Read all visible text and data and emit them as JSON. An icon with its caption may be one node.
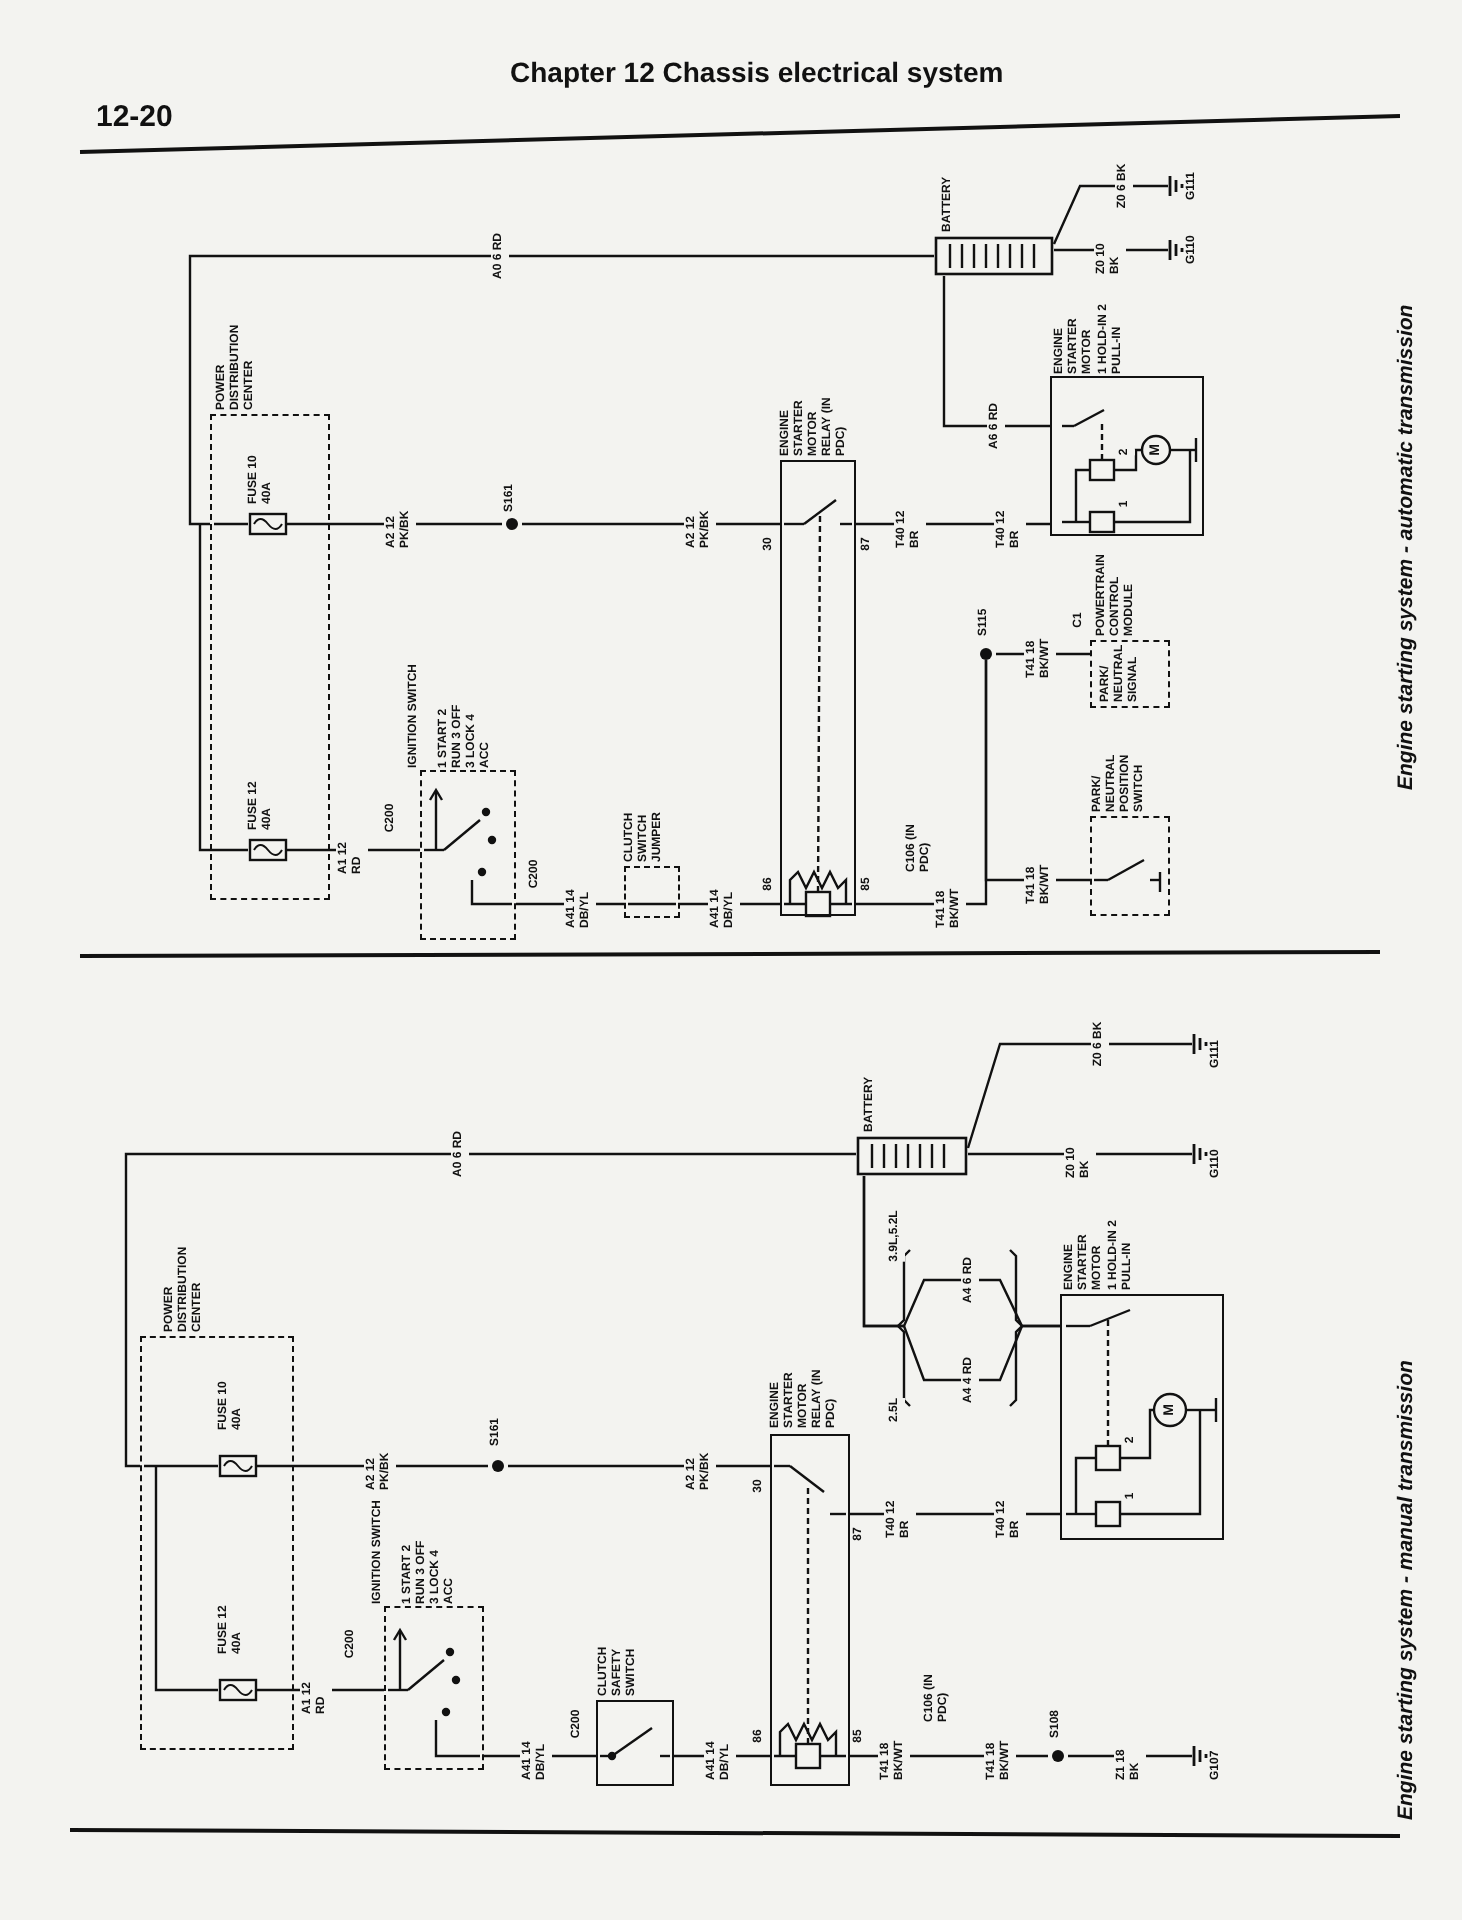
{
  "diagram": {
    "nodes": [
      {
        "text": [
          "POWER DISTRIBUTION CENTER"
        ]
      },
      {
        "text": [
          "FUSE 10 40A"
        ],
        "in": 0
      },
      {
        "text": [
          "FUSE 12 40A"
        ],
        "in": 0
      },
      {
        "text": [
          "IGNITION SWITCH",
          "1 START 2 RUN 3 OFF 3 LOCK 4 ACC"
        ]
      },
      {
        "text": [
          "CLUTCH SWITCH JUMPER"
        ]
      },
      {
        "text": [
          "S161"
        ]
      },
      {
        "text": [
          "ENGINE STARTER MOTOR RELAY (IN PDC)"
        ],
        "beside": [
          "30",
          "87",
          "86",
          "85"
        ]
      },
      {
        "text": [
          "S115"
        ]
      },
      {
        "text": [
          "PARK/ NEUTRAL POSITION SWITCH"
        ]
      },
      {
        "text": [
          "POWERTRAIN CONTROL MODULE",
          "PARK/ NEUTRAL SIGNAL"
        ]
      },
      {
        "text": [
          "BATTERY"
        ]
      },
      {
        "text": [
          "ENGINE STARTER MOTOR",
          "1 HOLD-IN 2 PULL-IN"
        ]
      },
      {
        "text": [
          "G110"
        ]
      },
      {
        "text": [
          "G111"
        ]
      },
      {
        "text": [
          "POWER DISTRIBUTION CENTER"
        ]
      },
      {
        "text": [
          "FUSE 10 40A"
        ],
        "in": 14
      },
      {
        "text": [
          "FUSE 12 40A"
        ],
        "in": 14
      },
      {
        "text": [
          "IGNITION SWITCH",
          "1 START 2 RUN 3 OFF 3 LOCK 4 ACC"
        ]
      },
      {
        "text": [
          "CLUTCH SAFETY SWITCH"
        ]
      },
      {
        "text": [
          "S161"
        ]
      },
      {
        "text": [
          "ENGINE STARTER MOTOR RELAY (IN PDC)"
        ],
        "beside": [
          "30",
          "87",
          "86",
          "85"
        ]
      },
      {
        "text": [
          "S108"
        ]
      },
      {
        "text": [
          "G107"
        ]
      },
      {
        "text": [
          "BATTERY"
        ]
      },
      {
        "text": [
          "ENGINE STARTER MOTOR",
          "1 HOLD-IN 2 PULL-IN"
        ]
      },
      {
        "text": [
          "G110"
        ]
      },
      {
        "text": [
          "G111"
        ]
      }
    ],
    "edges": [
      {
        "from": 10,
        "to": 0,
        "arrow": "none",
        "label": "A0 6 RD"
      },
      {
        "from": 1,
        "to": 5,
        "arrow": "none",
        "label": "A2 12 PK/BK"
      },
      {
        "from": 5,
        "to": 6,
        "arrow": "none",
        "label": "A2 12 PK/BK"
      },
      {
        "from": 2,
        "to": 3,
        "arrow": "none",
        "label": "A1 12 RD"
      },
      {
        "from": 3,
        "to": 4,
        "arrow": "none",
        "label": "A41 14 DB/YL"
      },
      {
        "from": 4,
        "to": 6,
        "arrow": "none",
        "label": "A41 14 DB/YL"
      },
      {
        "from": 6,
        "to": 7,
        "arrow": "none",
        "label": "T41 18 BK/WT"
      },
      {
        "from": 7,
        "to": 9,
        "arrow": "none",
        "label": "T41 18 BK/WT"
      },
      {
        "from": 7,
        "to": 8,
        "arrow": "none",
        "label": "T41 18 BK/WT"
      },
      {
        "from": 6,
        "to": 11,
        "arrow": "none",
        "label": "T40 12 BR"
      },
      {
        "from": 10,
        "to": 11,
        "arrow": "none",
        "label": "A6 6 RD"
      },
      {
        "from": 10,
        "to": 12,
        "arrow": "none",
        "label": "Z0 10 BK"
      },
      {
        "from": 10,
        "to": 13,
        "arrow": "none",
        "label": "Z0 6 BK"
      },
      {
        "from": 23,
        "to": 14,
        "arrow": "none",
        "label": "A0 6 RD"
      },
      {
        "from": 15,
        "to": 19,
        "arrow": "none",
        "label": "A2 12 PK/BK"
      },
      {
        "from": 19,
        "to": 20,
        "arrow": "none",
        "label": "A2 12 PK/BK"
      },
      {
        "from": 16,
        "to": 17,
        "arrow": "none",
        "label": "A1 12 RD"
      },
      {
        "from": 17,
        "to": 18,
        "arrow": "none",
        "label": "A41 14 DB/YL"
      },
      {
        "from": 18,
        "to": 20,
        "arrow": "none",
        "label": "A41 14 DB/YL"
      },
      {
        "from": 20,
        "to": 21,
        "arrow": "none",
        "label": "T41 18 BK/WT"
      },
      {
        "from": 21,
        "to": 22,
        "arrow": "none",
        "label": "Z1 18 BK"
      },
      {
        "from": 20,
        "to": 24,
        "arrow": "none",
        "label": "T40 12 BR"
      },
      {
        "from": 23,
        "to": 24,
        "arrow": "none",
        "label": "A4 4 RD"
      },
      {
        "from": 23,
        "to": 24,
        "arrow": "none",
        "label": "A4 6 RD"
      },
      {
        "from": 23,
        "to": 25,
        "arrow": "none",
        "label": "Z0 10 BK"
      },
      {
        "from": 23,
        "to": 26,
        "arrow": "none",
        "label": "Z0 6 BK"
      }
    ],
    "labels": [
      "12-20",
      "Chapter 12 Chassis electrical system",
      "C200",
      "C200",
      "C106 (IN PDC)",
      "C1",
      "T40 12 BR",
      "M",
      "1",
      "2",
      "Engine starting system - automatic transmission",
      "C200",
      "C200",
      "C106 (IN PDC)",
      "T41 18 BK/WT",
      "T40 12 BR",
      "3.9L,5.2L",
      "2.5L",
      "M",
      "1",
      "2",
      "Engine starting system - manual transmission"
    ]
  }
}
